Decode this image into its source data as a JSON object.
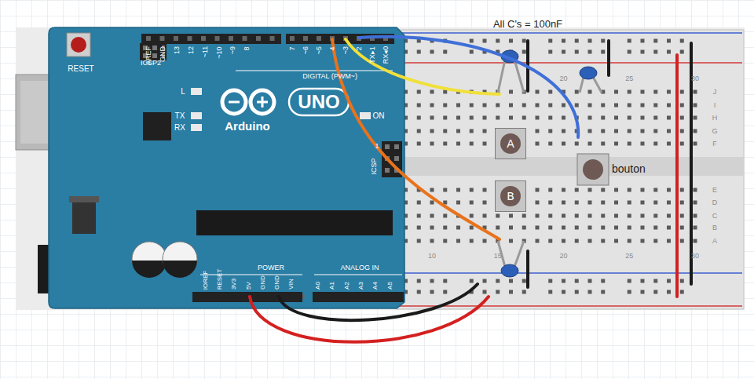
{
  "diagram": {
    "nodes": [
      {
        "text": [
          "A"
        ]
      },
      {
        "text": [
          "B"
        ]
      }
    ],
    "labels": [
      "All C's = 100nF",
      "RESET",
      "ICSP2",
      "AREF",
      "GND",
      "13",
      "12",
      "~11",
      "~10",
      "~9",
      "8",
      "7",
      "~6",
      "~5",
      "4",
      "~3",
      "2",
      "TX▸1",
      "RX◂0",
      "DIGITAL (PWM~)",
      "L",
      "TX",
      "RX",
      "Arduino",
      "UNO",
      "ON",
      "ICSP",
      "1",
      "IOREF",
      "RESET",
      "3V3",
      "5V",
      "GND",
      "GND",
      "VIN",
      "POWER",
      "ANALOG IN",
      "A0",
      "A1",
      "A2",
      "A3",
      "A4",
      "A5",
      "bouton",
      "20",
      "25",
      "30",
      "10",
      "15",
      "20",
      "25",
      "30",
      "J",
      "I",
      "H",
      "G",
      "F",
      "E",
      "D",
      "C",
      "B",
      "A"
    ]
  }
}
